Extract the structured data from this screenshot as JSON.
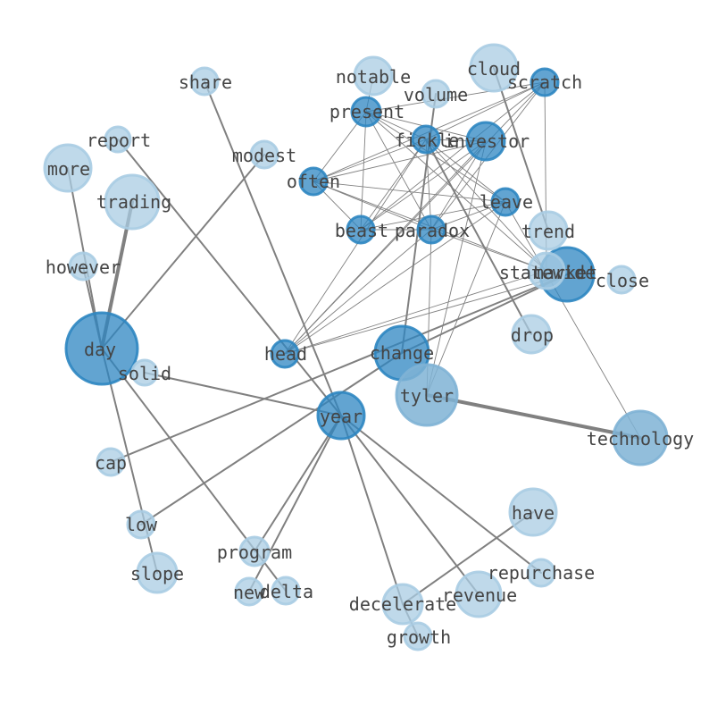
{
  "colors": {
    "background": "#ffffff",
    "edge": "#808080",
    "label": "#444444",
    "light_fill": "#a9cce3",
    "medium_fill": "#7fb3d5",
    "dark_fill": "#2e86c1",
    "node_border": "#2e86c1"
  },
  "nodes": [
    {
      "id": "day",
      "label": "day",
      "tone": "dark",
      "weight": 5
    },
    {
      "id": "year",
      "label": "year",
      "tone": "dark",
      "weight": 3
    },
    {
      "id": "change",
      "label": "change",
      "tone": "dark",
      "weight": 4
    },
    {
      "id": "tyler",
      "label": "tyler",
      "tone": "medium",
      "weight": 4
    },
    {
      "id": "technology",
      "label": "technology",
      "tone": "medium",
      "weight": 4
    },
    {
      "id": "market",
      "label": "market",
      "tone": "dark",
      "weight": 4
    },
    {
      "id": "statewide",
      "label": "statewide",
      "tone": "light",
      "weight": 2
    },
    {
      "id": "investor",
      "label": "investor",
      "tone": "dark",
      "weight": 3
    },
    {
      "id": "fickle",
      "label": "fickle",
      "tone": "dark",
      "weight": 2
    },
    {
      "id": "present",
      "label": "present",
      "tone": "dark",
      "weight": 2
    },
    {
      "id": "scratch",
      "label": "scratch",
      "tone": "dark",
      "weight": 2
    },
    {
      "id": "often",
      "label": "often",
      "tone": "dark",
      "weight": 2
    },
    {
      "id": "leave",
      "label": "leave",
      "tone": "dark",
      "weight": 2
    },
    {
      "id": "beast",
      "label": "beast",
      "tone": "dark",
      "weight": 2
    },
    {
      "id": "paradox",
      "label": "paradox",
      "tone": "dark",
      "weight": 2
    },
    {
      "id": "head",
      "label": "head",
      "tone": "dark",
      "weight": 2
    },
    {
      "id": "trading",
      "label": "trading",
      "tone": "light",
      "weight": 4
    },
    {
      "id": "more",
      "label": "more",
      "tone": "light",
      "weight": 3
    },
    {
      "id": "report",
      "label": "report",
      "tone": "light",
      "weight": 2
    },
    {
      "id": "share",
      "label": "share",
      "tone": "light",
      "weight": 2
    },
    {
      "id": "modest",
      "label": "modest",
      "tone": "light",
      "weight": 2
    },
    {
      "id": "however",
      "label": "however",
      "tone": "light",
      "weight": 2
    },
    {
      "id": "solid",
      "label": "solid",
      "tone": "light",
      "weight": 2
    },
    {
      "id": "cap",
      "label": "cap",
      "tone": "light",
      "weight": 2
    },
    {
      "id": "low",
      "label": "low",
      "tone": "light",
      "weight": 2
    },
    {
      "id": "slope",
      "label": "slope",
      "tone": "light",
      "weight": 3
    },
    {
      "id": "program",
      "label": "program",
      "tone": "light",
      "weight": 2
    },
    {
      "id": "new",
      "label": "new",
      "tone": "light",
      "weight": 2
    },
    {
      "id": "delta",
      "label": "delta",
      "tone": "light",
      "weight": 2
    },
    {
      "id": "decelerate",
      "label": "decelerate",
      "tone": "light",
      "weight": 3
    },
    {
      "id": "growth",
      "label": "growth",
      "tone": "light",
      "weight": 2
    },
    {
      "id": "revenue",
      "label": "revenue",
      "tone": "light",
      "weight": 3
    },
    {
      "id": "repurchase",
      "label": "repurchase",
      "tone": "light",
      "weight": 2
    },
    {
      "id": "have",
      "label": "have",
      "tone": "light",
      "weight": 3
    },
    {
      "id": "drop",
      "label": "drop",
      "tone": "light",
      "weight": 3
    },
    {
      "id": "trend",
      "label": "trend",
      "tone": "light",
      "weight": 3
    },
    {
      "id": "close",
      "label": "close",
      "tone": "light",
      "weight": 2
    },
    {
      "id": "notable",
      "label": "notable",
      "tone": "light",
      "weight": 3
    },
    {
      "id": "volume",
      "label": "volume",
      "tone": "light",
      "weight": 2
    },
    {
      "id": "cloud",
      "label": "cloud",
      "tone": "light",
      "weight": 3
    }
  ],
  "edges": [
    {
      "source": "day",
      "target": "trading",
      "weight": 3
    },
    {
      "source": "day",
      "target": "more",
      "weight": 1
    },
    {
      "source": "day",
      "target": "however",
      "weight": 1
    },
    {
      "source": "day",
      "target": "modest",
      "weight": 1
    },
    {
      "source": "day",
      "target": "slope",
      "weight": 1
    },
    {
      "source": "day",
      "target": "delta",
      "weight": 1
    },
    {
      "source": "solid",
      "target": "year",
      "weight": 1
    },
    {
      "source": "report",
      "target": "year",
      "weight": 1
    },
    {
      "source": "share",
      "target": "year",
      "weight": 1
    },
    {
      "source": "year",
      "target": "program",
      "weight": 1
    },
    {
      "source": "year",
      "target": "new",
      "weight": 1
    },
    {
      "source": "year",
      "target": "decelerate",
      "weight": 1
    },
    {
      "source": "year",
      "target": "revenue",
      "weight": 1
    },
    {
      "source": "year",
      "target": "repurchase",
      "weight": 1
    },
    {
      "source": "tyler",
      "target": "technology",
      "weight": 3
    },
    {
      "source": "change",
      "target": "volume",
      "weight": 1
    },
    {
      "source": "change",
      "target": "low",
      "weight": 1
    },
    {
      "source": "change",
      "target": "market",
      "weight": 1
    },
    {
      "source": "cap",
      "target": "market",
      "weight": 1
    },
    {
      "source": "have",
      "target": "decelerate",
      "weight": 1
    },
    {
      "source": "decelerate",
      "target": "growth",
      "weight": 1
    },
    {
      "source": "cloud",
      "target": "trend",
      "weight": 1
    },
    {
      "source": "fickle",
      "target": "drop",
      "weight": 1
    },
    {
      "source": "present",
      "target": "often",
      "weight": 0.5
    },
    {
      "source": "present",
      "target": "investor",
      "weight": 0.5
    },
    {
      "source": "present",
      "target": "fickle",
      "weight": 0.5
    },
    {
      "source": "present",
      "target": "beast",
      "weight": 0.5
    },
    {
      "source": "present",
      "target": "paradox",
      "weight": 0.5
    },
    {
      "source": "present",
      "target": "leave",
      "weight": 0.5
    },
    {
      "source": "present",
      "target": "statewide",
      "weight": 0.5
    },
    {
      "source": "present",
      "target": "scratch",
      "weight": 0.5
    },
    {
      "source": "present",
      "target": "notable",
      "weight": 0.5
    },
    {
      "source": "scratch",
      "target": "often",
      "weight": 0.5
    },
    {
      "source": "scratch",
      "target": "fickle",
      "weight": 0.5
    },
    {
      "source": "scratch",
      "target": "beast",
      "weight": 0.5
    },
    {
      "source": "scratch",
      "target": "paradox",
      "weight": 0.5
    },
    {
      "source": "scratch",
      "target": "statewide",
      "weight": 0.5
    },
    {
      "source": "scratch",
      "target": "head",
      "weight": 0.5
    },
    {
      "source": "investor",
      "target": "often",
      "weight": 0.5
    },
    {
      "source": "investor",
      "target": "beast",
      "weight": 0.5
    },
    {
      "source": "investor",
      "target": "paradox",
      "weight": 0.5
    },
    {
      "source": "investor",
      "target": "head",
      "weight": 0.5
    },
    {
      "source": "investor",
      "target": "fickle",
      "weight": 0.5
    },
    {
      "source": "investor",
      "target": "tyler",
      "weight": 0.5
    },
    {
      "source": "fickle",
      "target": "often",
      "weight": 0.5
    },
    {
      "source": "fickle",
      "target": "beast",
      "weight": 0.5
    },
    {
      "source": "fickle",
      "target": "paradox",
      "weight": 0.5
    },
    {
      "source": "fickle",
      "target": "leave",
      "weight": 0.5
    },
    {
      "source": "fickle",
      "target": "head",
      "weight": 0.5
    },
    {
      "source": "fickle",
      "target": "statewide",
      "weight": 0.5
    },
    {
      "source": "often",
      "target": "leave",
      "weight": 0.5
    },
    {
      "source": "often",
      "target": "paradox",
      "weight": 0.5
    },
    {
      "source": "often",
      "target": "beast",
      "weight": 0.5
    },
    {
      "source": "often",
      "target": "statewide",
      "weight": 0.5
    },
    {
      "source": "leave",
      "target": "beast",
      "weight": 0.5
    },
    {
      "source": "leave",
      "target": "paradox",
      "weight": 0.5
    },
    {
      "source": "leave",
      "target": "head",
      "weight": 0.5
    },
    {
      "source": "leave",
      "target": "tyler",
      "weight": 0.5
    },
    {
      "source": "beast",
      "target": "paradox",
      "weight": 0.5
    },
    {
      "source": "paradox",
      "target": "statewide",
      "weight": 0.5
    },
    {
      "source": "paradox",
      "target": "head",
      "weight": 0.5
    },
    {
      "source": "paradox",
      "target": "tyler",
      "weight": 0.5
    },
    {
      "source": "market",
      "target": "head",
      "weight": 0.5
    },
    {
      "source": "statewide",
      "target": "head",
      "weight": 0.5
    },
    {
      "source": "leave",
      "target": "technology",
      "weight": 0.5
    }
  ]
}
